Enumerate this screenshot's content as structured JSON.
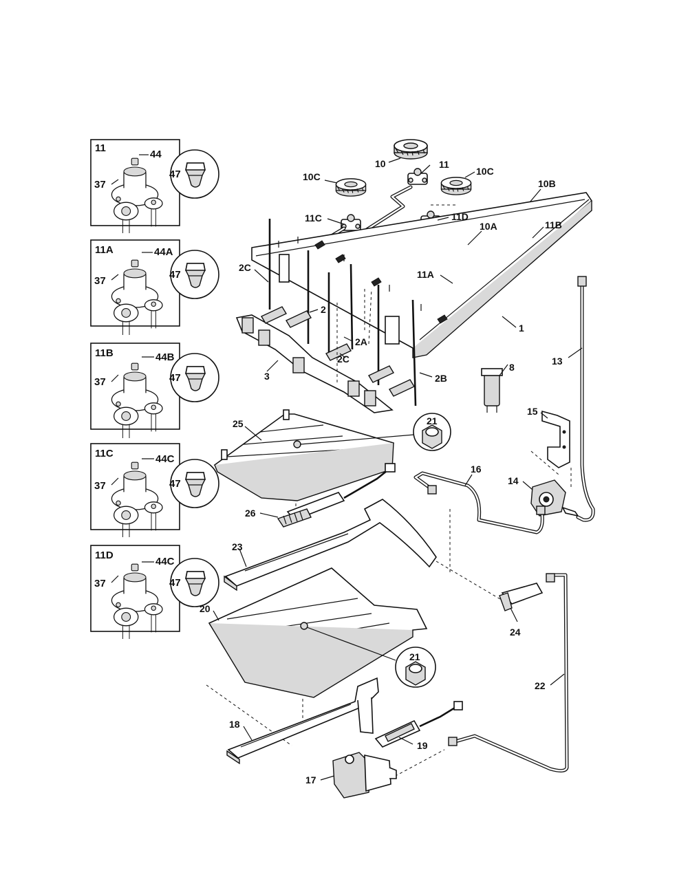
{
  "insets": [
    {
      "id": "11",
      "title": "11",
      "cap": "44",
      "screw": "37",
      "detail": "47"
    },
    {
      "id": "11a",
      "title": "11A",
      "cap": "44A",
      "screw": "37",
      "detail": "47"
    },
    {
      "id": "11b",
      "title": "11B",
      "cap": "44B",
      "screw": "37",
      "detail": "47"
    },
    {
      "id": "11c",
      "title": "11C",
      "cap": "44C",
      "screw": "37",
      "detail": "47"
    },
    {
      "id": "11d",
      "title": "11D",
      "cap": "44C",
      "screw": "37",
      "detail": "47"
    }
  ],
  "callouts": {
    "c10": "10",
    "c11": "11",
    "c10c_left": "10C",
    "c10c_right": "10C",
    "c10b": "10B",
    "c11c": "11C",
    "c11d": "11D",
    "c10a": "10A",
    "c11b": "11B",
    "c2c_top": "2C",
    "c2": "2",
    "c11a": "11A",
    "c1": "1",
    "c2a": "2A",
    "c2c_mid": "2C",
    "c3": "3",
    "c2b": "2B",
    "c8": "8",
    "c13": "13",
    "c15": "15",
    "c25": "25",
    "c21_top": "21",
    "c16": "16",
    "c14": "14",
    "c26": "26",
    "c23": "23",
    "c20": "20",
    "c24": "24",
    "c21_bot": "21",
    "c22": "22",
    "c18": "18",
    "c19": "19",
    "c17": "17"
  }
}
